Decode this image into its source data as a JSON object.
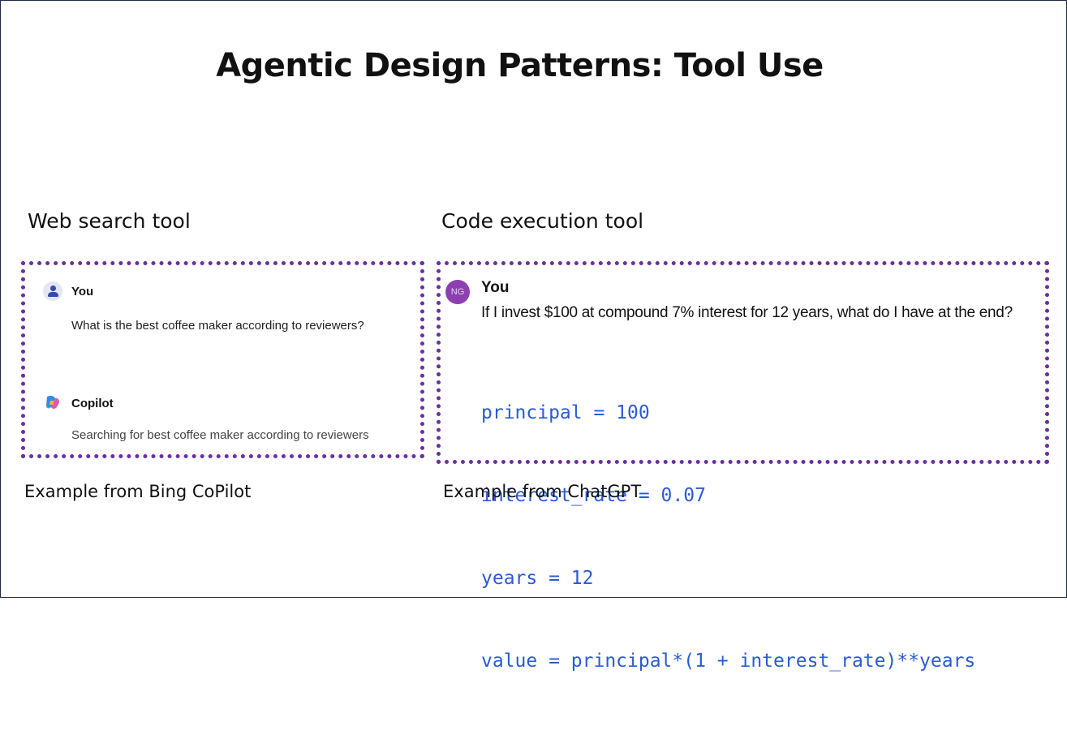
{
  "title": "Agentic Design Patterns: Tool Use",
  "left": {
    "label": "Web search tool",
    "caption": "Example from Bing CoPilot",
    "user_icon": "user-icon",
    "user_name": "You",
    "user_message": "What is the best coffee maker according to reviewers?",
    "assistant_icon": "copilot-logo-icon",
    "assistant_name": "Copilot",
    "assistant_message": "Searching for best coffee maker according to reviewers"
  },
  "right": {
    "label": "Code execution tool",
    "caption": "Example from ChatGPT",
    "avatar_initials": "NG",
    "user_name": "You",
    "user_message": "If I invest $100 at compound 7% interest for 12 years, what do I have at the end?",
    "code_lines": [
      "principal = 100",
      "interest_rate = 0.07",
      "years = 12",
      "value = principal*(1 + interest_rate)**years"
    ]
  },
  "colors": {
    "dotted_border": "#6a2fa0",
    "code_text": "#2a5bd7",
    "avatar_bg": "#8b3fb0"
  }
}
